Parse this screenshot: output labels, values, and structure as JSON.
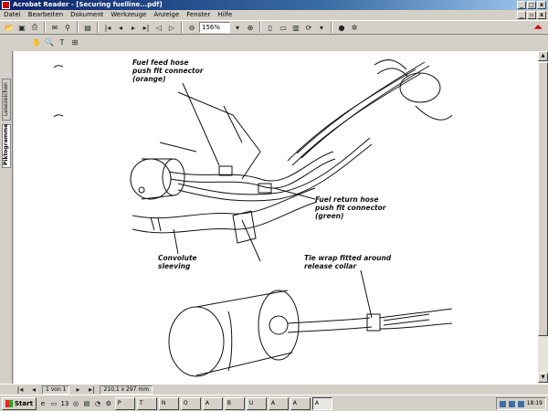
{
  "window": {
    "title": "Acrobat Reader - [Securing fuelline...pdf]",
    "min": "_",
    "max": "□",
    "close": "x"
  },
  "menu": [
    "Datei",
    "Bearbeiten",
    "Dokument",
    "Werkzeuge",
    "Anzeige",
    "Fenster",
    "Hilfe"
  ],
  "toolbar": {
    "zoom_value": "156%"
  },
  "nav": {
    "tab_bookmarks": "Lesezeichen",
    "tab_thumbnails": "Piktogramme"
  },
  "diagram": {
    "label_feed": "Fuel feed hose push fit connector (orange)",
    "label_feed_l1": "Fuel feed hose",
    "label_feed_l2": "push fit connector",
    "label_feed_l3": "(orange)",
    "label_return_l1": "Fuel return hose",
    "label_return_l2": "push fit connector",
    "label_return_l3": "(green)",
    "label_conv_l1": "Convolute",
    "label_conv_l2": "sleeving",
    "label_tie_l1": "Tie wrap fitted around",
    "label_tie_l2": "release collar"
  },
  "status": {
    "page": "1 von 1",
    "size": "210,1 x 297 mm"
  },
  "taskbar": {
    "start": "Start",
    "count": "13",
    "tasks": [
      "P",
      "T",
      "N",
      "O",
      "A",
      "B",
      "U",
      "A",
      "A",
      "A"
    ],
    "clock": "18:19"
  }
}
